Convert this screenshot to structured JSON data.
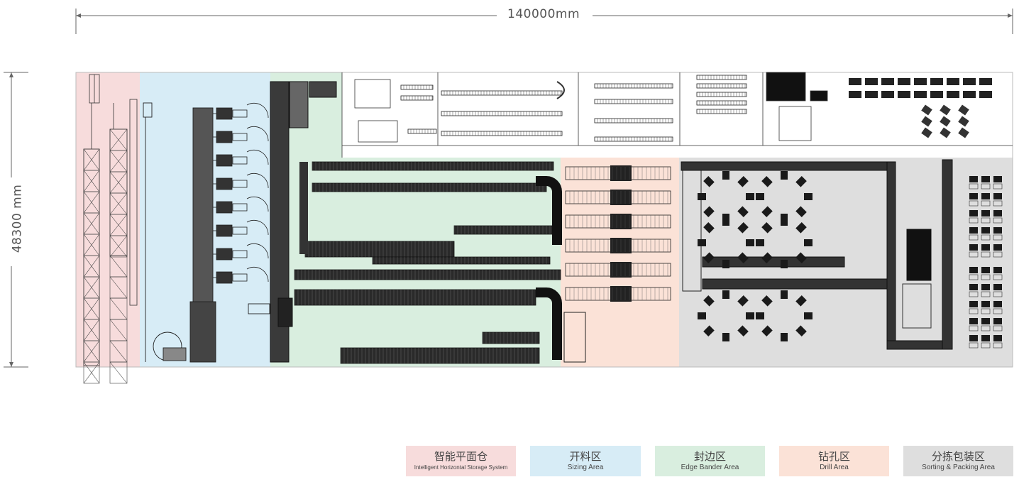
{
  "dimensions": {
    "width_label": "140000mm",
    "height_label": "48300 mm"
  },
  "legend": [
    {
      "zh": "智能平面仓",
      "en": "Intelligent Horizontal Storage System",
      "color": "#f7dcdc"
    },
    {
      "zh": "开料区",
      "en": "Sizing Area",
      "color": "#d7ecf6"
    },
    {
      "zh": "封边区",
      "en": "Edge Bander Area",
      "color": "#d9eedf"
    },
    {
      "zh": "钻孔区",
      "en": "Drill Area",
      "color": "#fbe2d7"
    },
    {
      "zh": "分拣包装区",
      "en": "Sorting & Packing Area",
      "color": "#dedede"
    }
  ],
  "colors": {
    "line": "#1a1a1a",
    "dimension": "#666666"
  }
}
